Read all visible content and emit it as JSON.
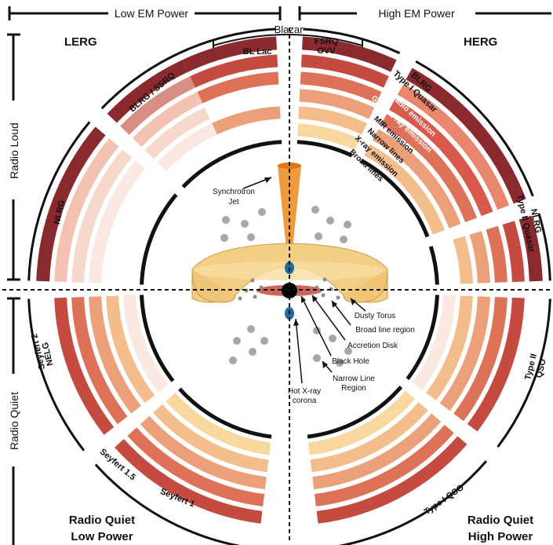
{
  "header": {
    "low_em_power": "Low EM Power",
    "high_em_power": "High EM Power",
    "blazar": "Blazar"
  },
  "side": {
    "radio_loud": "Radio Loud",
    "radio_quiet": "Radio Quiet"
  },
  "corners": {
    "top_left": "LERG",
    "top_right": "HERG",
    "bottom_left_line1": "Radio Quiet",
    "bottom_left_line2": "Low Power",
    "bottom_right_line1": "Radio Quiet",
    "bottom_right_line2": "High Power"
  },
  "classes": {
    "bl_lac": "BL Lac",
    "fsrq_line1": "FSRQ",
    "fsrq_line2": "OVV",
    "blrg_ssrq": "BLRG / SSRQ",
    "nlrg_left": "NLRG",
    "blrg_type1_line1": "BLRG",
    "blrg_type1_line2": "Type I Quasar",
    "nlrg_type2_line1": "NLRG",
    "nlrg_type2_line2": "Type II Quasar",
    "seyfert2_line1": "Seyfert 2",
    "seyfert2_line2": "NELG",
    "type2_qso_line1": "Type II",
    "type2_qso_line2": "QSO",
    "seyfert15": "Seyfert 1.5",
    "seyfert1": "Seyfert 1",
    "type1_qso": "Type I QSO"
  },
  "emission_labels": [
    "Radio emission",
    "Gamma-ray emission",
    "MIR emission",
    "Narrow lines",
    "X-ray emission",
    "Broad lines"
  ],
  "components": {
    "synchrotron_line1": "Synchrotron",
    "synchrotron_line2": "Jet",
    "dusty_torus": "Dusty Torus",
    "broad_line_region": "Broad line region",
    "accretion_disk": "Accretion Disk",
    "black_hole": "Black Hole",
    "narrow_line_line1": "Narrow Line",
    "narrow_line_line2": "Region",
    "xray_line1": "Hot X-ray",
    "xray_line2": "corona"
  },
  "colors": {
    "ring_radio": "#8b2a2e",
    "ring_gamma": "#c54a3f",
    "ring_mir": "#dd7258",
    "ring_narrow": "#eca079",
    "ring_xray": "#f3bd8c",
    "ring_broad": "#f8d89f",
    "ring_faint_1": "#f3c2b3",
    "ring_faint_2": "#f7d8cc",
    "ring_faint_3": "#fbe9e1",
    "torus": "#f3cf85",
    "jet": "#f09a3e",
    "cloud": "#a7a7a7",
    "blue_blob": "#1f6aa0"
  }
}
